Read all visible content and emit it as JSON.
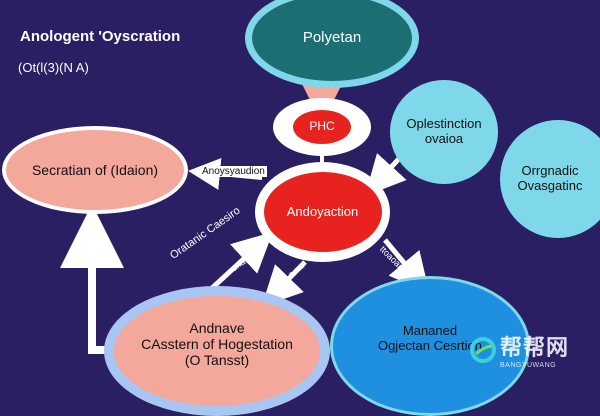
{
  "header": {
    "title": "Anologent 'Oyscration",
    "subtitle": "(Ot(l(3)(N A)"
  },
  "nodes": {
    "polyetan": "Polyetan",
    "phc": "PHC",
    "andoyaction": "Andoyaction",
    "secration": "Secratian of (Idaion)",
    "oplestinction": [
      "Oplestinction",
      "ovaioa"
    ],
    "orgnadic": [
      "Orrgnadic",
      "Ovasgatinc"
    ],
    "andnave": [
      "Andnave",
      "CAsstern of Hogestation",
      "(O Tansst)"
    ],
    "mananed": [
      "Mananed",
      "Ogjectan Cesrtion"
    ]
  },
  "edge_labels": {
    "left_arrow": "Anoysyaudion",
    "diag_a": "Oratanic Caesiro",
    "diag_b": "ounabta",
    "diag_c": "o aa",
    "right_diag": "ttoaoaia"
  },
  "watermark": {
    "cn": "帮帮网",
    "en": "BANGYUWANG"
  },
  "colors": {
    "background": "#2a1f63",
    "teal": "#1b6f73",
    "cyan": "#7fd8ea",
    "red": "#e8231f",
    "salmon": "#f4a79b",
    "blue": "#1f8fe0",
    "white": "#ffffff"
  }
}
